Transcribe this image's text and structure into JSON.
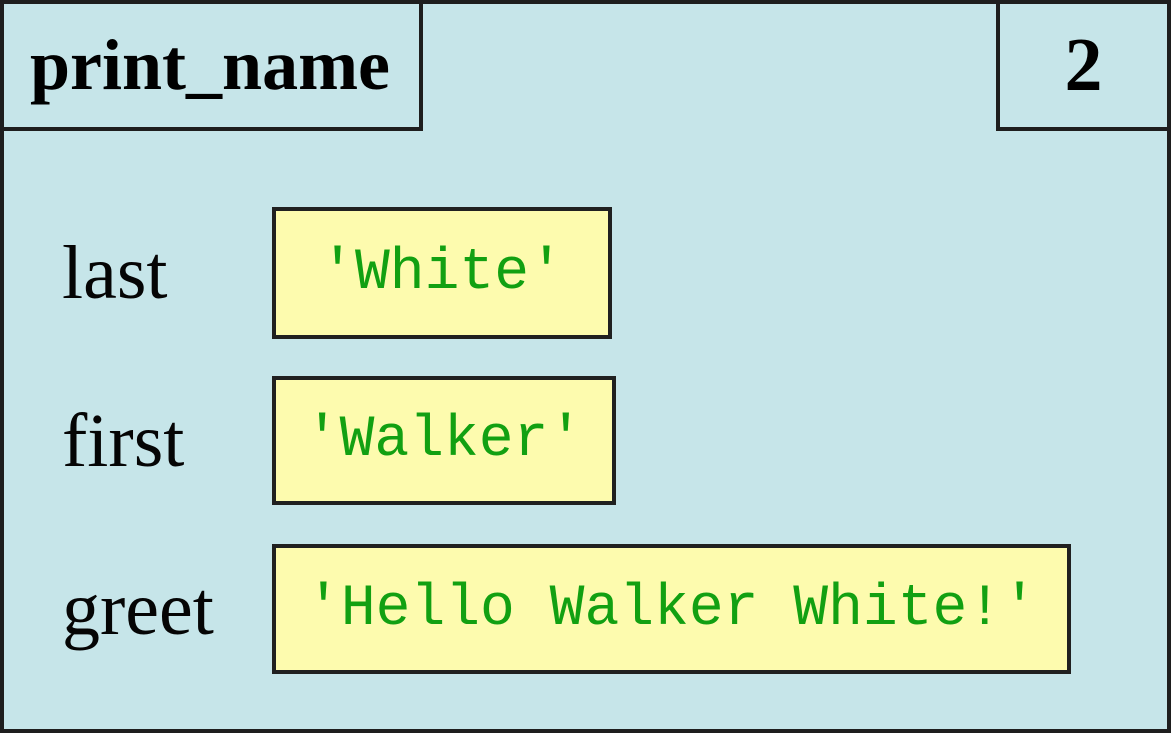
{
  "frame": {
    "function_name": "print_name",
    "instruction_counter": "2",
    "variables": [
      {
        "name": "last",
        "value": "'White'"
      },
      {
        "name": "first",
        "value": "'Walker'"
      },
      {
        "name": "greet",
        "value": "'Hello Walker White!'"
      }
    ]
  },
  "colors": {
    "frame_background": "#c6e5e9",
    "frame_border": "#1e1e1e",
    "value_box_fill": "#fdfbae",
    "value_box_border": "#202020",
    "value_text_green": "#12a012",
    "label_text": "#050505"
  }
}
